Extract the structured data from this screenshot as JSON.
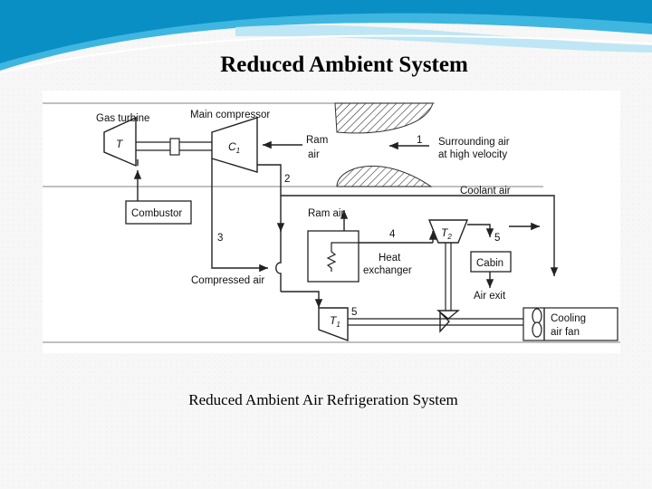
{
  "slide": {
    "title": "Reduced Ambient System",
    "caption": "Reduced Ambient Air Refrigeration System"
  },
  "diagram": {
    "labels": {
      "gas_turbine": "Gas turbine",
      "main_compressor": "Main compressor",
      "ram_air_top_1": "Ram",
      "ram_air_top_2": "air",
      "surrounding_air_1": "Surrounding air",
      "surrounding_air_2": "at high velocity",
      "coolant_air": "Coolant air",
      "combustor": "Combustor",
      "ram_air_mid": "Ram air",
      "heat_exchanger_1": "Heat",
      "heat_exchanger_2": "exchanger",
      "compressed_air": "Compressed air",
      "cabin": "Cabin",
      "air_exit": "Air exit",
      "cooling_fan_1": "Cooling",
      "cooling_fan_2": "air fan"
    },
    "symbols": {
      "turbine": "T",
      "compressor": "C",
      "compressor_sub": "1",
      "turbine2": "T",
      "turbine2_sub": "2",
      "turbine1": "T",
      "turbine1_sub": "1"
    },
    "state_points": {
      "p1": "1",
      "p2": "2",
      "p3": "3",
      "p4": "4",
      "p5_cabin": "5",
      "p5_fan": "5"
    }
  },
  "colors": {
    "wave_dark": "#0a8fc4",
    "wave_light": "#4fc3e8",
    "line": "#222222"
  }
}
